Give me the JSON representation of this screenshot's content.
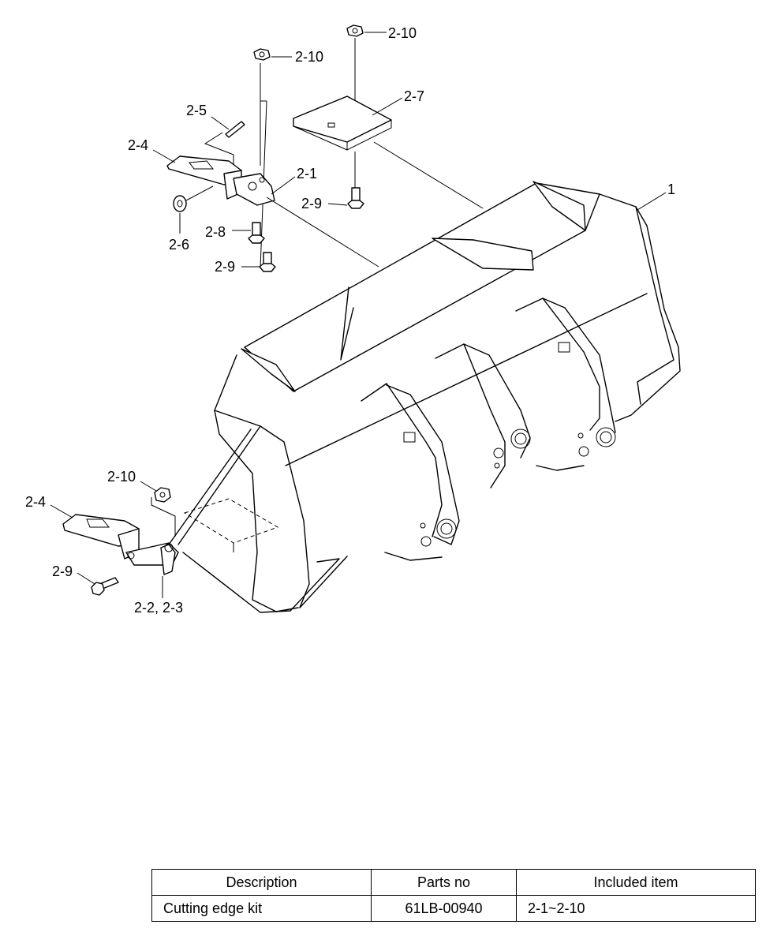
{
  "callouts": {
    "c_1": "1",
    "c_2_1": "2-1",
    "c_2_4_top": "2-4",
    "c_2_4_bottom": "2-4",
    "c_2_5": "2-5",
    "c_2_6": "2-6",
    "c_2_7": "2-7",
    "c_2_8": "2-8",
    "c_2_9_a": "2-9",
    "c_2_9_b": "2-9",
    "c_2_9_c": "2-9",
    "c_2_10_a": "2-10",
    "c_2_10_b": "2-10",
    "c_2_10_c": "2-10",
    "c_2_2_3": "2-2, 2-3"
  },
  "table": {
    "headers": [
      "Description",
      "Parts no",
      "Included item"
    ],
    "rows": [
      [
        "Cutting edge kit",
        "61LB-00940",
        "2-1~2-10"
      ]
    ]
  }
}
